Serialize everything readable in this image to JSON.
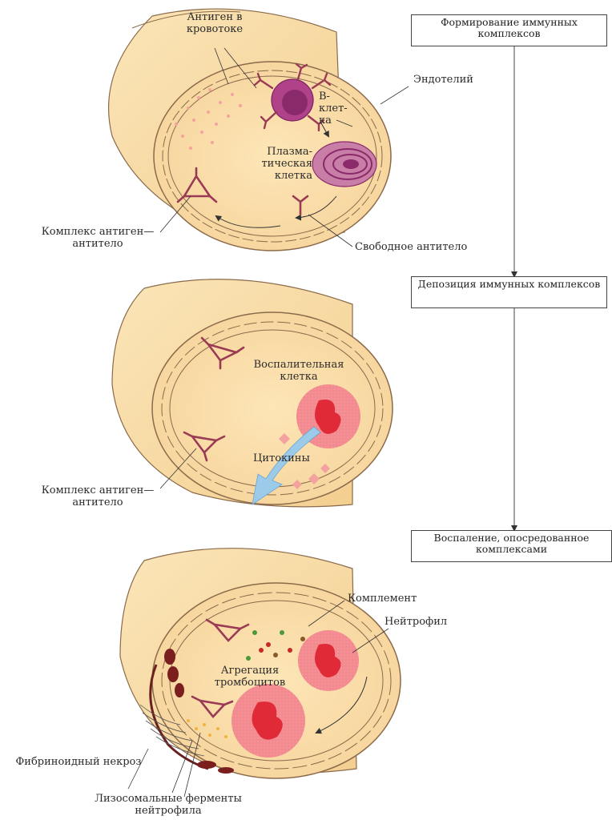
{
  "panels": [
    {
      "stage_title": "Формирование иммунных комплексов",
      "labels": {
        "antigen": "Антиген в кровотоке",
        "endothelium": "Эндотелий",
        "b_cell": "В-клет- ка",
        "plasma_cell": "Плазма- тическая клетка",
        "complex": "Комплекс антиген—антитело",
        "free_antibody": "Свободное антитело"
      }
    },
    {
      "stage_title": "Депозиция иммунных комплексов",
      "labels": {
        "inflammatory_cell": "Воспалительная клетка",
        "cytokines": "Цитокины",
        "complex": "Комплекс антиген—антитело"
      }
    },
    {
      "stage_title": "Воспаление, опосредованное комплексами",
      "labels": {
        "complement": "Комплемент",
        "neutrophil": "Нейтрофил",
        "platelet_aggregation": "Агрегация тромбоцитов",
        "fibrinoid_necrosis": "Фибриноидный некроз",
        "lysosomal_enzymes": "Лизосомальные ферменты нейтрофила"
      }
    }
  ],
  "colors": {
    "vessel_fill": "#f9deab",
    "lumen_fill": "#fbe2b0",
    "wall_stroke": "#8a6a4a",
    "antibody": "#9a3a55",
    "b_cell": "#a0357a",
    "plasma_cell": "#a04070",
    "inflammatory_cell": "#f06a70",
    "cytokine_arrow": "#9ccbea",
    "necrosis": "#6a2020"
  }
}
